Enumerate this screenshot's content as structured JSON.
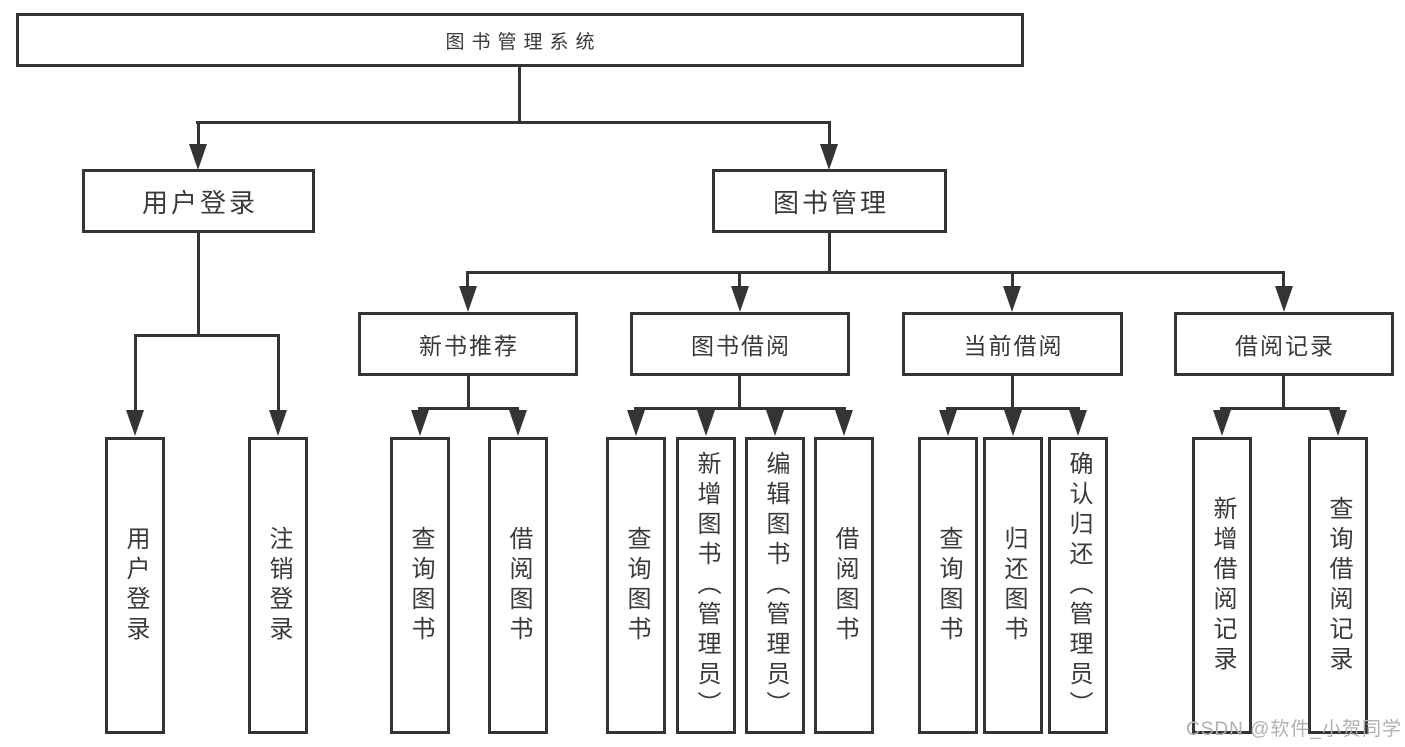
{
  "diagram": {
    "type": "tree",
    "root": {
      "label": "图书管理系统"
    },
    "branches": [
      {
        "label": "用户登录",
        "children": [
          {
            "label": "用户登录"
          },
          {
            "label": "注销登录"
          }
        ]
      },
      {
        "label": "图书管理",
        "children": [
          {
            "label": "新书推荐",
            "children": [
              {
                "label": "查询图书"
              },
              {
                "label": "借阅图书"
              }
            ]
          },
          {
            "label": "图书借阅",
            "children": [
              {
                "label": "查询图书"
              },
              {
                "label": "新增图书（管理员）"
              },
              {
                "label": "编辑图书（管理员）"
              },
              {
                "label": "借阅图书"
              }
            ]
          },
          {
            "label": "当前借阅",
            "children": [
              {
                "label": "查询图书"
              },
              {
                "label": "归还图书"
              },
              {
                "label": "确认归还（管理员）"
              }
            ]
          },
          {
            "label": "借阅记录",
            "children": [
              {
                "label": "新增借阅记录"
              },
              {
                "label": "查询借阅记录"
              }
            ]
          }
        ]
      }
    ]
  },
  "watermark": {
    "text": "CSDN @软件_小贺同学"
  },
  "colors": {
    "line": "#343434",
    "text": "#3a3a3a",
    "box_fill": "#ffffff",
    "watermark": "#b0b0b0",
    "background": "#ffffff"
  }
}
